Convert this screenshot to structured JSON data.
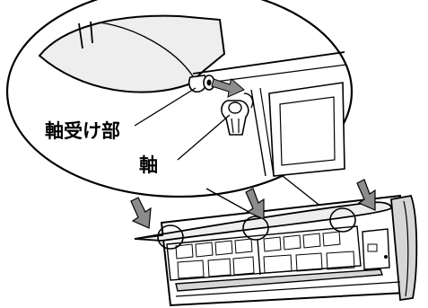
{
  "labels": {
    "hinge_receiver": "軸受け部",
    "hinge_shaft": "軸"
  },
  "colors": {
    "line": "#000000",
    "panel_fill": "#eeeeee",
    "arrow_fill": "#8c8c8c",
    "unit_shadow": "#d6d6d6",
    "background": "#ffffff"
  },
  "icons": {
    "removal_arrow": "down-arrow-icon",
    "hinge_circle": "hinge-location-circle"
  }
}
